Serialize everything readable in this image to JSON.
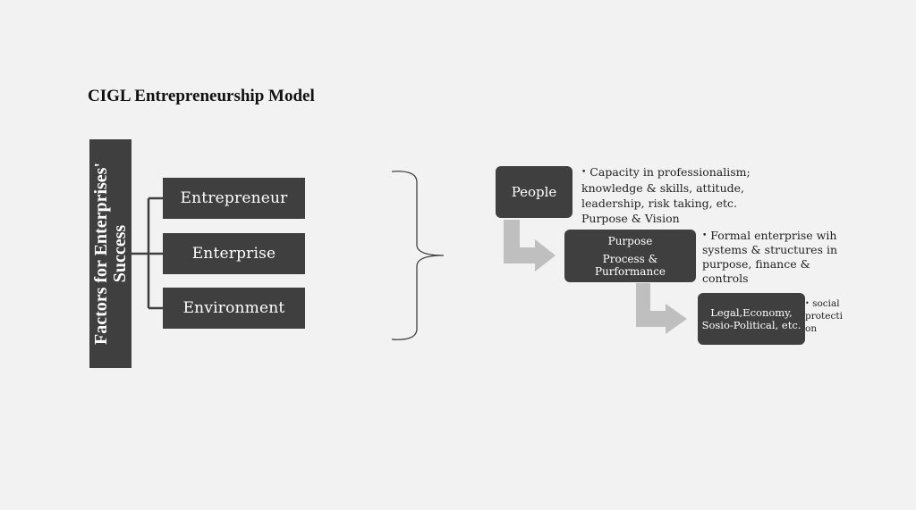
{
  "title": "CIGL Entrepreneurship Model",
  "side_label": "Factors for Enterprises' Success",
  "factors": [
    "Entrepreneur",
    "Enterprise",
    "Environment"
  ],
  "steps": [
    {
      "label": "People",
      "note": "Capacity in professionalism; knowledge & skills, attitude, leadership, risk taking, etc. Purpose & Vision"
    },
    {
      "label_line1": "Purpose",
      "label_line2": "Process & Purformance",
      "note": "Formal enterprise wih systems & structures in purpose, finance & controls"
    },
    {
      "label": "Legal,Economy, Sosio-Political, etc.",
      "note": "social protecti on"
    }
  ],
  "colors": {
    "box": "#3f3f3f",
    "arrow": "#bfbfbf",
    "background": "#f2f2f2"
  }
}
